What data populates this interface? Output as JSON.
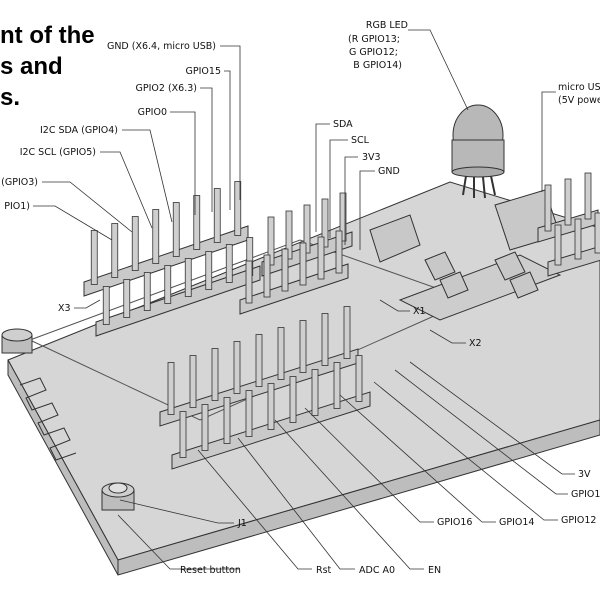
{
  "title_lines": [
    "nt of the",
    "s and",
    "s."
  ],
  "labels": {
    "rgb_led": [
      "RGB LED",
      "(R GPIO13;",
      "G GPIO12;",
      "B GPIO14)"
    ],
    "micro_usb": [
      "micro US",
      "(5V powe"
    ],
    "gnd_x64": "GND (X6.4, micro USB)",
    "gpio15": "GPIO15",
    "gpio2_x63": "GPIO2 (X6.3)",
    "gpio0": "GPIO0",
    "i2c_sda": "I2C SDA (GPIO4)",
    "i2c_scl": "I2C SCL (GPIO5)",
    "gpio3": "(GPIO3)",
    "gpio1": "PIO1)",
    "sda": "SDA",
    "scl": "SCL",
    "v3v3": "3V3",
    "gnd": "GND",
    "x3": "X3",
    "x1": "X1",
    "x2": "X2",
    "j1": "J1",
    "reset_button": "Reset button",
    "rst": "Rst",
    "adc_a0": "ADC A0",
    "en": "EN",
    "gpio16": "GPIO16",
    "gpio14": "GPIO14",
    "gpio12": "GPIO12",
    "gpio1_right": "GPIO1",
    "v3_right": "3V"
  }
}
